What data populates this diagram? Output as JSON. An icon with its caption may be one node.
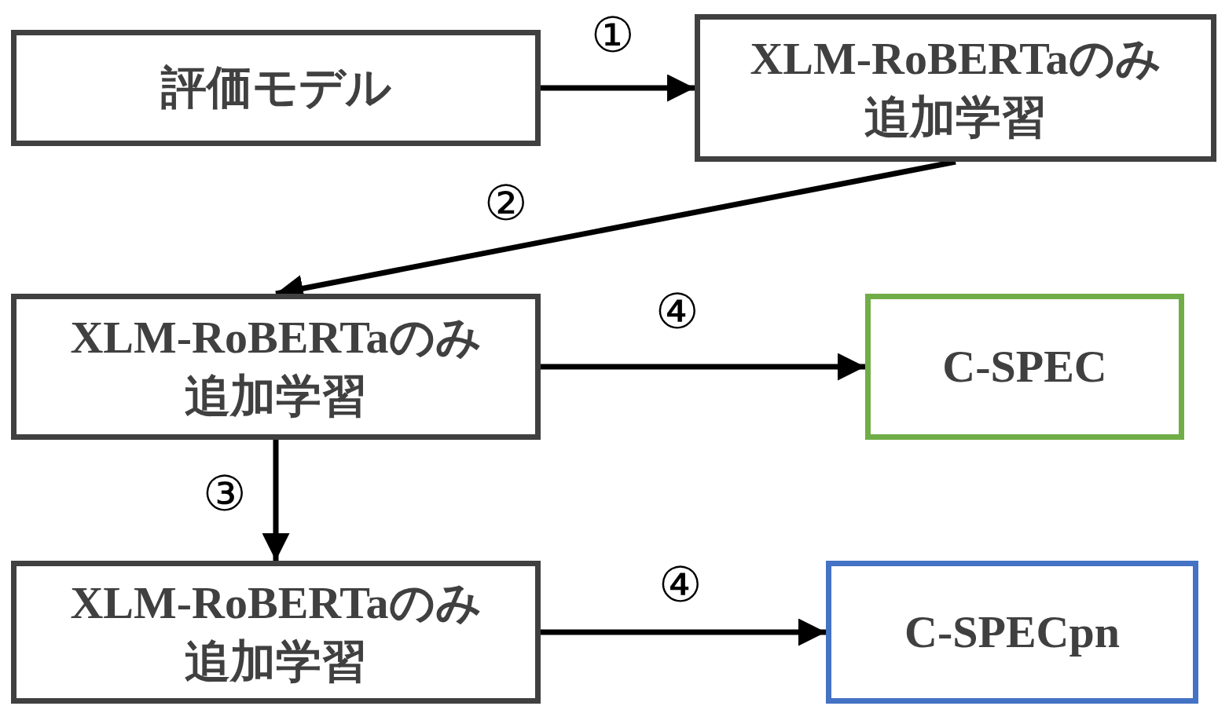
{
  "diagram": {
    "nodes": [
      {
        "text": [
          "評価モデル"
        ]
      },
      {
        "text": [
          "XLM-RoBERTaのみ追加学習"
        ]
      },
      {
        "text": [
          "XLM-RoBERTaのみ追加学習"
        ]
      },
      {
        "text": [
          "XLM-RoBERTaのみ追加学習"
        ]
      },
      {
        "text": [
          "C-SPEC"
        ]
      },
      {
        "text": [
          "C-SPECpn"
        ]
      }
    ],
    "edges": [
      {
        "from": 0,
        "to": 1,
        "arrow": "to",
        "label": "①"
      },
      {
        "from": 1,
        "to": 2,
        "arrow": "to",
        "label": "②"
      },
      {
        "from": 2,
        "to": 3,
        "arrow": "to",
        "label": "③"
      },
      {
        "from": 2,
        "to": 4,
        "arrow": "to",
        "label": "④"
      },
      {
        "from": 3,
        "to": 5,
        "arrow": "to",
        "label": "④"
      }
    ]
  }
}
